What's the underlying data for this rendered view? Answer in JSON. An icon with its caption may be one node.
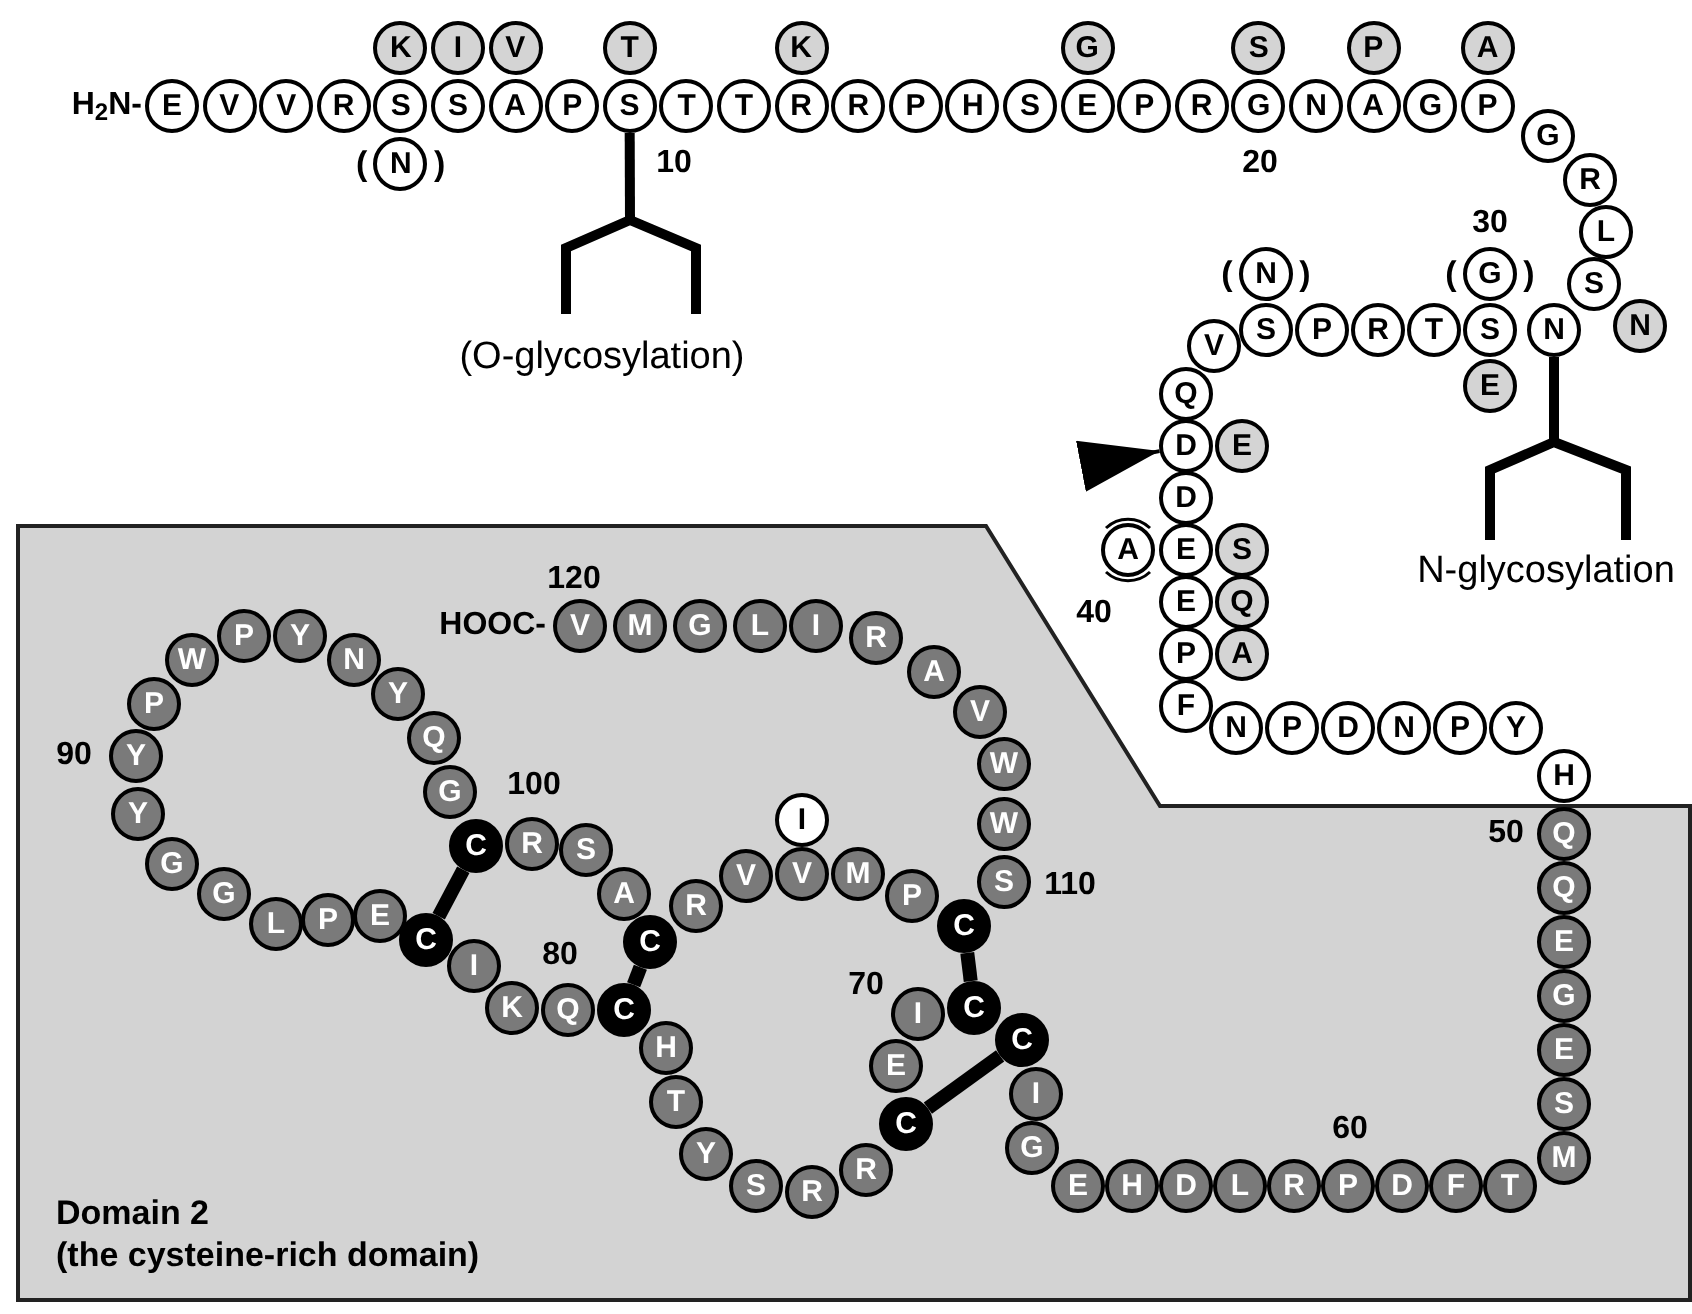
{
  "diagram": {
    "nodes": [
      {
        "text": [
          "E"
        ]
      },
      {
        "text": [
          "V"
        ]
      },
      {
        "text": [
          "V"
        ]
      },
      {
        "text": [
          "R"
        ]
      },
      {
        "text": [
          "S"
        ]
      },
      {
        "text": [
          "K"
        ]
      },
      {
        "text": [
          "N"
        ],
        "beside": [
          "(",
          ")"
        ]
      },
      {
        "text": [
          "S"
        ]
      },
      {
        "text": [
          "I"
        ]
      },
      {
        "text": [
          "A"
        ]
      },
      {
        "text": [
          "V"
        ]
      },
      {
        "text": [
          "P"
        ]
      },
      {
        "text": [
          "S"
        ]
      },
      {
        "text": [
          "T"
        ]
      },
      {
        "text": [
          "(O-glycosylation)"
        ]
      },
      {
        "text": [
          "T"
        ]
      },
      {
        "text": [
          "T"
        ]
      },
      {
        "text": [
          "R"
        ]
      },
      {
        "text": [
          "K"
        ]
      },
      {
        "text": [
          "R"
        ]
      },
      {
        "text": [
          "P"
        ]
      },
      {
        "text": [
          "H"
        ]
      },
      {
        "text": [
          "S"
        ]
      },
      {
        "text": [
          "E"
        ]
      },
      {
        "text": [
          "G"
        ]
      },
      {
        "text": [
          "P"
        ]
      },
      {
        "text": [
          "R"
        ]
      },
      {
        "text": [
          "G"
        ]
      },
      {
        "text": [
          "S"
        ]
      },
      {
        "text": [
          "N"
        ]
      },
      {
        "text": [
          "A"
        ]
      },
      {
        "text": [
          "P"
        ]
      },
      {
        "text": [
          "G"
        ]
      },
      {
        "text": [
          "P"
        ]
      },
      {
        "text": [
          "A"
        ]
      },
      {
        "text": [
          "G"
        ]
      },
      {
        "text": [
          "R"
        ]
      },
      {
        "text": [
          "L"
        ]
      },
      {
        "text": [
          "S"
        ]
      },
      {
        "text": [
          "N"
        ]
      },
      {
        "text": [
          "N"
        ]
      },
      {
        "text": [
          "N-glycosylation"
        ]
      },
      {
        "text": [
          "S"
        ]
      },
      {
        "text": [
          "G"
        ],
        "beside": [
          "(",
          ")"
        ]
      },
      {
        "text": [
          "E"
        ]
      },
      {
        "text": [
          "T"
        ]
      },
      {
        "text": [
          "R"
        ]
      },
      {
        "text": [
          "P"
        ]
      },
      {
        "text": [
          "S"
        ]
      },
      {
        "text": [
          "N"
        ],
        "beside": [
          "(",
          ")"
        ]
      },
      {
        "text": [
          "V"
        ]
      },
      {
        "text": [
          "Q"
        ]
      },
      {
        "text": [
          "D"
        ]
      },
      {
        "text": [
          "E"
        ]
      },
      {
        "text": [
          "D"
        ]
      },
      {
        "text": [
          "E"
        ]
      },
      {
        "text": [
          "A"
        ]
      },
      {
        "text": [
          "S"
        ]
      },
      {
        "text": [
          "E"
        ]
      },
      {
        "text": [
          "Q"
        ]
      },
      {
        "text": [
          "P"
        ]
      },
      {
        "text": [
          "A"
        ]
      },
      {
        "text": [
          "F"
        ]
      },
      {
        "text": [
          "N"
        ]
      },
      {
        "text": [
          "P"
        ]
      },
      {
        "text": [
          "D"
        ]
      },
      {
        "text": [
          "N"
        ]
      },
      {
        "text": [
          "P"
        ]
      },
      {
        "text": [
          "Y"
        ]
      },
      {
        "text": [
          "H"
        ]
      },
      {
        "text": [
          "Domain 2",
          "(the cysteine-rich domain)"
        ]
      },
      {
        "text": [
          "Q"
        ],
        "in": 70
      },
      {
        "text": [
          "Q"
        ],
        "in": 70
      },
      {
        "text": [
          "E"
        ],
        "in": 70
      },
      {
        "text": [
          "G"
        ],
        "in": 70
      },
      {
        "text": [
          "E"
        ],
        "in": 70
      },
      {
        "text": [
          "S"
        ],
        "in": 70
      },
      {
        "text": [
          "M"
        ],
        "in": 70
      },
      {
        "text": [
          "T"
        ],
        "in": 70
      },
      {
        "text": [
          "F"
        ],
        "in": 70
      },
      {
        "text": [
          "D"
        ],
        "in": 70
      },
      {
        "text": [
          "P"
        ],
        "in": 70
      },
      {
        "text": [
          "R"
        ],
        "in": 70
      },
      {
        "text": [
          "L"
        ],
        "in": 70
      },
      {
        "text": [
          "D"
        ],
        "in": 70
      },
      {
        "text": [
          "H"
        ],
        "in": 70
      },
      {
        "text": [
          "E"
        ],
        "in": 70
      },
      {
        "text": [
          "G"
        ],
        "in": 70
      },
      {
        "text": [
          "I"
        ],
        "in": 70
      },
      {
        "text": [
          "C"
        ],
        "in": 70
      },
      {
        "text": [
          "C"
        ],
        "in": 70
      },
      {
        "text": [
          "I"
        ],
        "in": 70
      },
      {
        "text": [
          "E"
        ],
        "in": 70
      },
      {
        "text": [
          "C"
        ],
        "in": 70
      },
      {
        "text": [
          "R"
        ],
        "in": 70
      },
      {
        "text": [
          "R"
        ],
        "in": 70
      },
      {
        "text": [
          "S"
        ],
        "in": 70
      },
      {
        "text": [
          "Y"
        ],
        "in": 70
      },
      {
        "text": [
          "T"
        ],
        "in": 70
      },
      {
        "text": [
          "H"
        ],
        "in": 70
      },
      {
        "text": [
          "C"
        ],
        "in": 70
      },
      {
        "text": [
          "Q"
        ],
        "in": 70
      },
      {
        "text": [
          "K"
        ],
        "in": 70
      },
      {
        "text": [
          "I"
        ],
        "in": 70
      },
      {
        "text": [
          "C"
        ],
        "in": 70
      },
      {
        "text": [
          "E"
        ],
        "in": 70
      },
      {
        "text": [
          "P"
        ],
        "in": 70
      },
      {
        "text": [
          "L"
        ],
        "in": 70
      },
      {
        "text": [
          "G"
        ],
        "in": 70
      },
      {
        "text": [
          "G"
        ],
        "in": 70
      },
      {
        "text": [
          "Y"
        ],
        "in": 70
      },
      {
        "text": [
          "Y"
        ],
        "in": 70
      },
      {
        "text": [
          "P"
        ],
        "in": 70
      },
      {
        "text": [
          "W"
        ],
        "in": 70
      },
      {
        "text": [
          "P"
        ],
        "in": 70
      },
      {
        "text": [
          "Y"
        ],
        "in": 70
      },
      {
        "text": [
          "N"
        ],
        "in": 70
      },
      {
        "text": [
          "Y"
        ],
        "in": 70
      },
      {
        "text": [
          "Q"
        ],
        "in": 70
      },
      {
        "text": [
          "G"
        ],
        "in": 70
      },
      {
        "text": [
          "C"
        ],
        "in": 70
      },
      {
        "text": [
          "R"
        ],
        "in": 70
      },
      {
        "text": [
          "S"
        ],
        "in": 70
      },
      {
        "text": [
          "A"
        ],
        "in": 70
      },
      {
        "text": [
          "C"
        ],
        "in": 70
      },
      {
        "text": [
          "R"
        ],
        "in": 70
      },
      {
        "text": [
          "V"
        ],
        "in": 70
      },
      {
        "text": [
          "V"
        ],
        "in": 70
      },
      {
        "text": [
          "I"
        ],
        "in": 70
      },
      {
        "text": [
          "M"
        ],
        "in": 70
      },
      {
        "text": [
          "P"
        ],
        "in": 70
      },
      {
        "text": [
          "C"
        ],
        "in": 70
      },
      {
        "text": [
          "S"
        ],
        "in": 70
      },
      {
        "text": [
          "W"
        ],
        "in": 70
      },
      {
        "text": [
          "W"
        ],
        "in": 70
      },
      {
        "text": [
          "V"
        ],
        "in": 70
      },
      {
        "text": [
          "A"
        ],
        "in": 70
      },
      {
        "text": [
          "R"
        ],
        "in": 70
      },
      {
        "text": [
          "I"
        ],
        "in": 70
      },
      {
        "text": [
          "L"
        ],
        "in": 70
      },
      {
        "text": [
          "G"
        ],
        "in": 70
      },
      {
        "text": [
          "M"
        ],
        "in": 70
      },
      {
        "text": [
          "V"
        ],
        "in": 70
      }
    ],
    "edges": [
      {
        "from": 12,
        "to": 14,
        "arrow": "none"
      },
      {
        "from": 39,
        "to": 41,
        "arrow": "none"
      },
      {
        "from": null,
        "to": 52,
        "arrow": "to"
      },
      {
        "from": 120,
        "to": 104,
        "arrow": "none"
      },
      {
        "from": 124,
        "to": 100,
        "arrow": "none"
      },
      {
        "from": 131,
        "to": 90,
        "arrow": "none"
      },
      {
        "from": 89,
        "to": 93,
        "arrow": "none"
      }
    ],
    "labels": [
      "H$_{2}$N-",
      "10",
      "20",
      "30",
      "40",
      "120",
      "HOOC-",
      "90",
      "100",
      "50",
      "110",
      "70",
      "80",
      "60"
    ]
  }
}
